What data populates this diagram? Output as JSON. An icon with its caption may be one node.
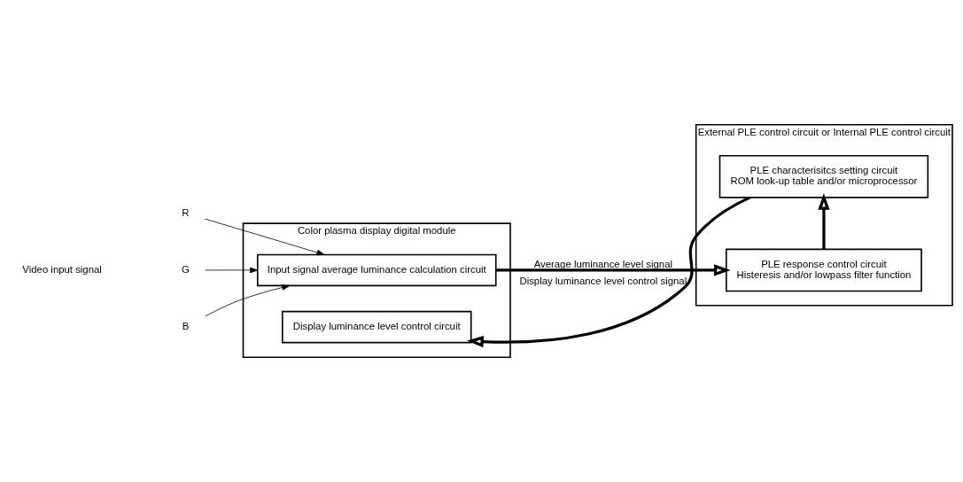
{
  "diagram": {
    "nodes": [
      {
        "text": [
          "Color plasma display digital module"
        ]
      },
      {
        "text": [
          "Input signal average luminance calculation circuit"
        ],
        "in": 0
      },
      {
        "text": [
          "Display luminance level control circuit"
        ],
        "in": 0
      },
      {
        "text": [
          "External PLE control circuit or Internal PLE control circuit"
        ]
      },
      {
        "text": [
          "PLE response control circuit",
          "Histeresis and/or lowpass filter function"
        ],
        "in": 3
      },
      {
        "text": [
          "PLE characterisitcs setting circuit",
          "ROM look-up table and/or microprocessor"
        ],
        "in": 3
      },
      {
        "text": [
          "R"
        ]
      },
      {
        "text": [
          "G"
        ]
      },
      {
        "text": [
          "B"
        ]
      }
    ],
    "edges": [
      {
        "from": 6,
        "to": 1,
        "arrow": "to"
      },
      {
        "from": 7,
        "to": 1,
        "arrow": "to"
      },
      {
        "from": 8,
        "to": 1,
        "arrow": "to"
      },
      {
        "from": 1,
        "to": 4,
        "arrow": "to",
        "label": "Average luminance level signal",
        "style": "thick"
      },
      {
        "from": 4,
        "to": 5,
        "arrow": "to",
        "style": "thick"
      },
      {
        "from": 5,
        "to": 2,
        "arrow": "to",
        "label": "Display luminance level control signal",
        "style": "thick"
      }
    ],
    "labels": [
      "Video input signal"
    ]
  }
}
